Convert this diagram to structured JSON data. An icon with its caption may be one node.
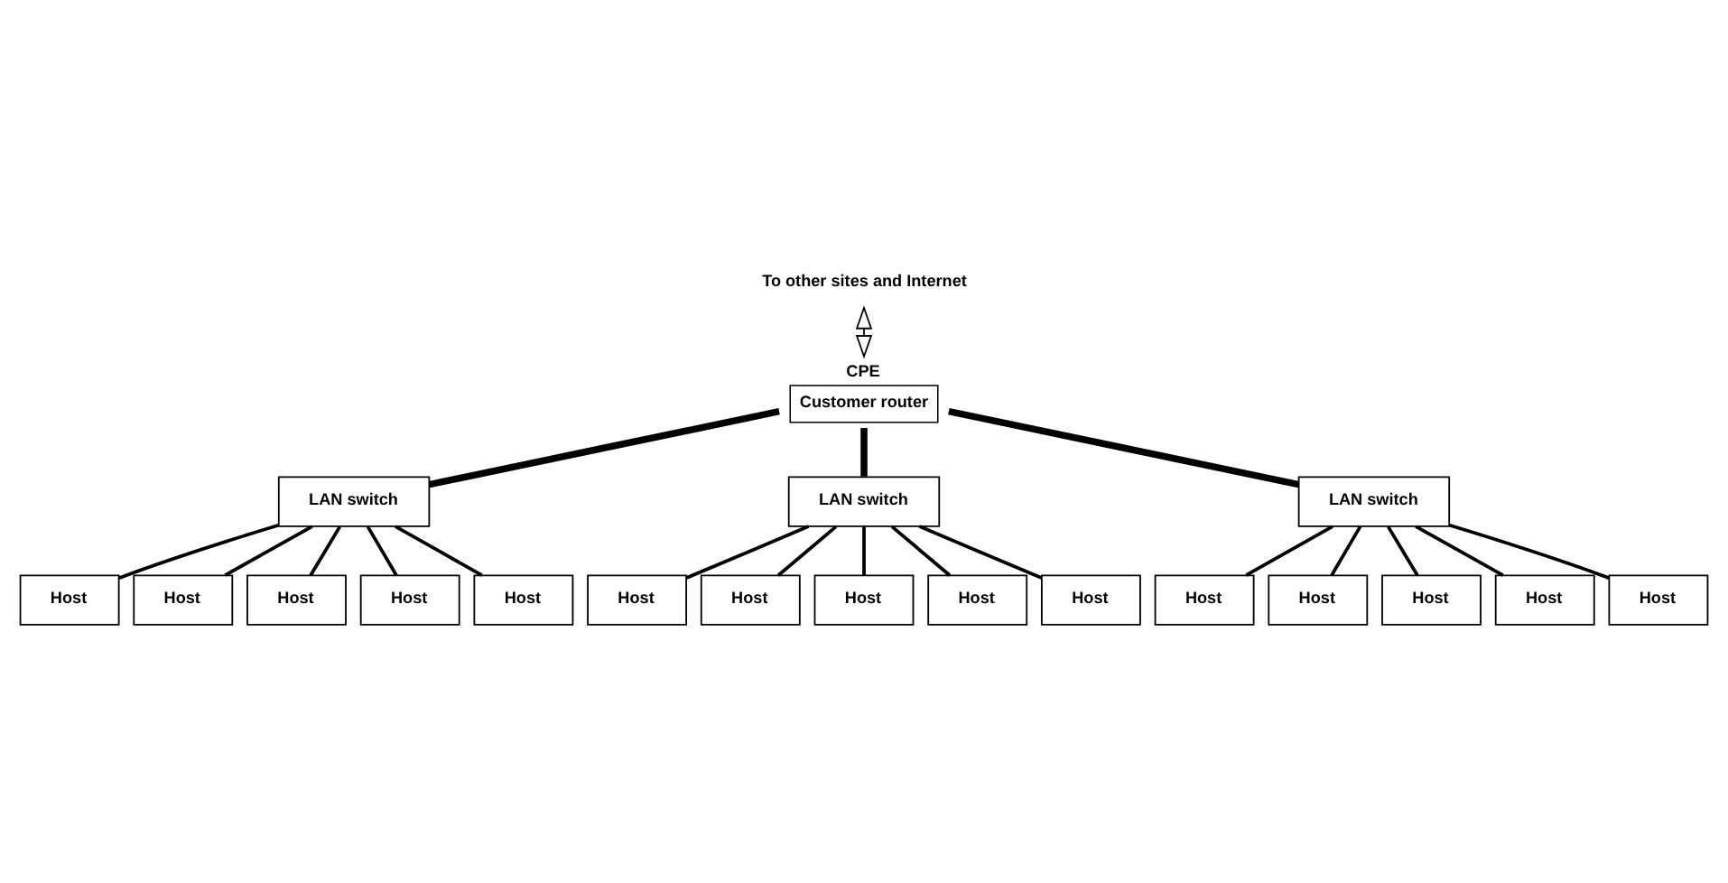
{
  "diagram": {
    "nodes": [
      {
        "text": [
          "To other sites and Internet"
        ]
      },
      {
        "text": [
          "CPE",
          "Customer router"
        ]
      },
      {
        "text": [
          "LAN switch"
        ]
      },
      {
        "text": [
          "LAN switch"
        ]
      },
      {
        "text": [
          "LAN switch"
        ]
      },
      {
        "text": [
          "Host"
        ]
      },
      {
        "text": [
          "Host"
        ]
      },
      {
        "text": [
          "Host"
        ]
      },
      {
        "text": [
          "Host"
        ]
      },
      {
        "text": [
          "Host"
        ]
      },
      {
        "text": [
          "Host"
        ]
      },
      {
        "text": [
          "Host"
        ]
      },
      {
        "text": [
          "Host"
        ]
      },
      {
        "text": [
          "Host"
        ]
      },
      {
        "text": [
          "Host"
        ]
      },
      {
        "text": [
          "Host"
        ]
      },
      {
        "text": [
          "Host"
        ]
      },
      {
        "text": [
          "Host"
        ]
      },
      {
        "text": [
          "Host"
        ]
      },
      {
        "text": [
          "Host"
        ]
      }
    ],
    "edges": [
      {
        "from": 0,
        "to": 1,
        "arrow": "both"
      },
      {
        "from": 1,
        "to": 2,
        "arrow": "none",
        "style": "thick"
      },
      {
        "from": 1,
        "to": 3,
        "arrow": "none",
        "style": "thick"
      },
      {
        "from": 1,
        "to": 4,
        "arrow": "none",
        "style": "thick"
      },
      {
        "from": 2,
        "to": 5,
        "arrow": "none"
      },
      {
        "from": 2,
        "to": 6,
        "arrow": "none"
      },
      {
        "from": 2,
        "to": 7,
        "arrow": "none"
      },
      {
        "from": 2,
        "to": 8,
        "arrow": "none"
      },
      {
        "from": 2,
        "to": 9,
        "arrow": "none"
      },
      {
        "from": 3,
        "to": 10,
        "arrow": "none"
      },
      {
        "from": 3,
        "to": 11,
        "arrow": "none"
      },
      {
        "from": 3,
        "to": 12,
        "arrow": "none"
      },
      {
        "from": 3,
        "to": 13,
        "arrow": "none"
      },
      {
        "from": 3,
        "to": 14,
        "arrow": "none"
      },
      {
        "from": 4,
        "to": 15,
        "arrow": "none"
      },
      {
        "from": 4,
        "to": 16,
        "arrow": "none"
      },
      {
        "from": 4,
        "to": 17,
        "arrow": "none"
      },
      {
        "from": 4,
        "to": 18,
        "arrow": "none"
      },
      {
        "from": 4,
        "to": 19,
        "arrow": "none"
      }
    ]
  }
}
